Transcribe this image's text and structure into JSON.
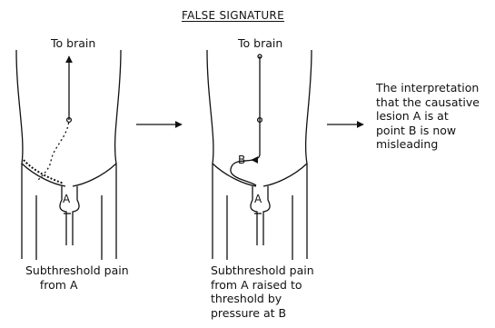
{
  "title": "FALSE SIGNATURE",
  "panel_left": {
    "top_label": "To brain",
    "region_label": "A",
    "caption": "Subthreshold pain\n    from A"
  },
  "panel_middle": {
    "top_label": "To brain",
    "region_a_label": "A",
    "point_b_label": "B",
    "caption": "Subthreshold pain\nfrom A raised to\nthreshold by\npressure at B"
  },
  "panel_right": {
    "text": "The interpretation\nthat the causative\nlesion A is at\npoint B is now\nmisleading"
  },
  "colors": {
    "ink": "#111111",
    "paper": "#ffffff"
  }
}
